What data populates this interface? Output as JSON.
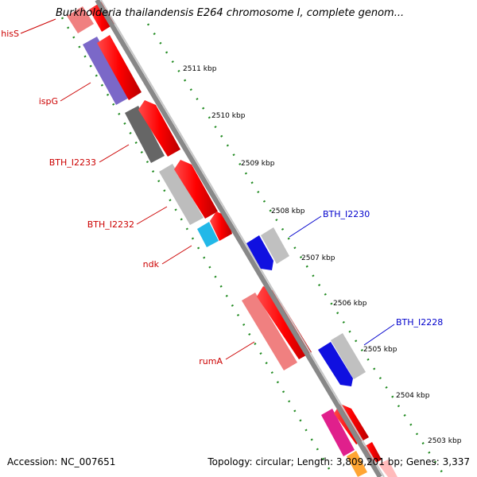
{
  "title": "Burkholderia thailandensis E264 chromosome I, complete genom...",
  "footer": {
    "accession": "Accession: NC_007651",
    "summary": "Topology: circular; Length: 3,809,201 bp; Genes: 3,337"
  },
  "scale_ticks": [
    "2511 kbp",
    "2510 kbp",
    "2509 kbp",
    "2508 kbp",
    "2507 kbp",
    "2506 kbp",
    "2505 kbp",
    "2504 kbp",
    "2503 kbp"
  ],
  "gene_labels": [
    {
      "label": "hisS",
      "strand": "reverse",
      "color": "#cc0000"
    },
    {
      "label": "ispG",
      "strand": "reverse",
      "color": "#cc0000"
    },
    {
      "label": "BTH_I2233",
      "strand": "reverse",
      "color": "#cc0000"
    },
    {
      "label": "BTH_I2232",
      "strand": "reverse",
      "color": "#cc0000"
    },
    {
      "label": "ndk",
      "strand": "reverse",
      "color": "#cc0000"
    },
    {
      "label": "rumA",
      "strand": "reverse",
      "color": "#cc0000"
    },
    {
      "label": "BTH_I2230",
      "strand": "forward",
      "color": "#0000cc"
    },
    {
      "label": "BTH_I2228",
      "strand": "forward",
      "color": "#0000cc"
    }
  ],
  "colors": {
    "backbone": "#8a8a8a",
    "cds_arrow": "#ff0000",
    "reverse_label": "#cc0000",
    "forward_label": "#0000cc",
    "gc_dots": "#228b22",
    "tick_dots": "#228b22"
  }
}
